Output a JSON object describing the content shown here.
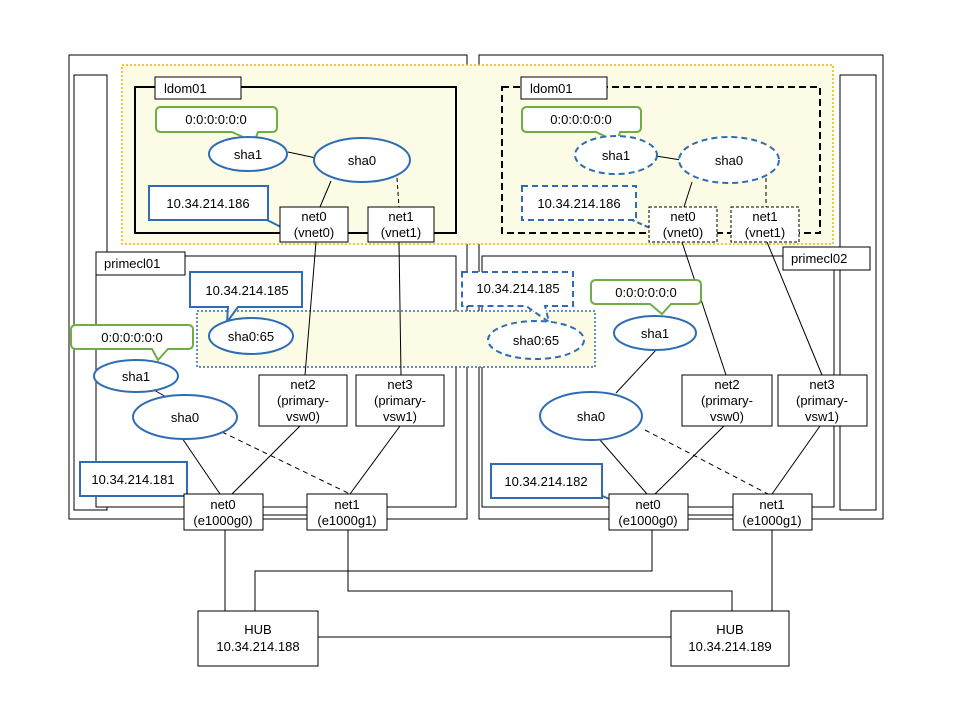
{
  "labels": {
    "ldom_left": "ldom01",
    "ldom_right": "ldom01",
    "host_left": "primecl01",
    "host_right": "primecl02",
    "hub_left_name": "HUB",
    "hub_left_ip": "10.34.214.188",
    "hub_right_name": "HUB",
    "hub_right_ip": "10.34.214.189"
  },
  "ldom_left": {
    "mac": "0:0:0:0:0:0",
    "sha1": "sha1",
    "sha0": "sha0",
    "ip": "10.34.214.186",
    "net0_l1": "net0",
    "net0_l2": "(vnet0)",
    "net1_l1": "net1",
    "net1_l2": "(vnet1)"
  },
  "ldom_right": {
    "mac": "0:0:0:0:0:0",
    "sha1": "sha1",
    "sha0": "sha0",
    "ip": "10.34.214.186",
    "net0_l1": "net0",
    "net0_l2": "(vnet0)",
    "net1_l1": "net1",
    "net1_l2": "(vnet1)"
  },
  "takeover": {
    "left_ip": "10.34.214.185",
    "left_sha": "sha0:65",
    "right_ip": "10.34.214.185",
    "right_sha": "sha0:65"
  },
  "host_left": {
    "mac": "0:0:0:0:0:0",
    "sha1": "sha1",
    "sha0": "sha0",
    "ip": "10.34.214.181",
    "net2_l1": "net2",
    "net2_l2": "(primary-",
    "net2_l3": "vsw0)",
    "net3_l1": "net3",
    "net3_l2": "(primary-",
    "net3_l3": "vsw1)",
    "net0_l1": "net0",
    "net0_l2": "(e1000g0)",
    "net1_l1": "net1",
    "net1_l2": "(e1000g1)"
  },
  "host_right": {
    "mac": "0:0:0:0:0:0",
    "sha1": "sha1",
    "sha0": "sha0",
    "ip": "10.34.214.182",
    "net2_l1": "net2",
    "net2_l2": "(primary-",
    "net2_l3": "vsw0)",
    "net3_l1": "net3",
    "net3_l2": "(primary-",
    "net3_l3": "vsw1)",
    "net0_l1": "net0",
    "net0_l2": "(e1000g0)",
    "net1_l1": "net1",
    "net1_l2": "(e1000g1)"
  },
  "colors": {
    "blue": "#2e6db4",
    "green": "#70ad47",
    "orange": "#f0b400",
    "shade": "#fbfbe6",
    "line": "#000000"
  }
}
